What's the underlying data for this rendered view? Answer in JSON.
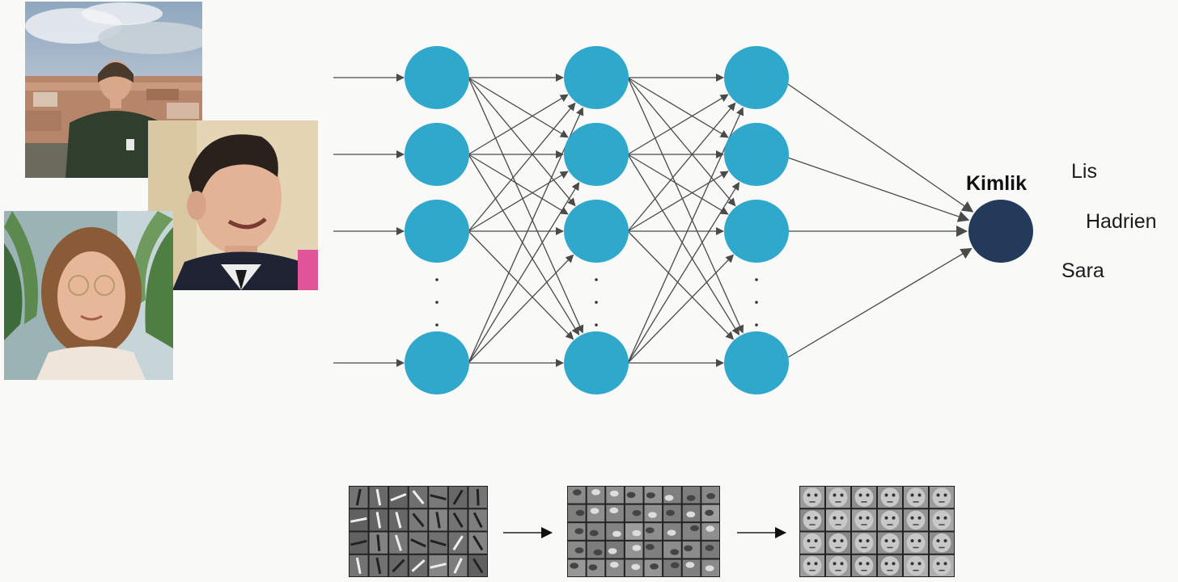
{
  "output_node": {
    "title": "Kimlik",
    "names": [
      "Lis",
      "Hadrien",
      "Sara"
    ]
  },
  "network": {
    "layers": 3,
    "visible_nodes_per_layer": 4,
    "ellipsis_glyph": "·",
    "hidden_node_color": "#2fa8cc",
    "output_node_color": "#233a5a",
    "edge_color": "#4a4a4a"
  },
  "photos": [
    {
      "name": "photo-city-woman"
    },
    {
      "name": "photo-smiling-man"
    },
    {
      "name": "photo-woman-glasses"
    }
  ],
  "feature_maps": [
    {
      "name": "edge-filters"
    },
    {
      "name": "face-part-filters"
    },
    {
      "name": "face-filters"
    }
  ]
}
